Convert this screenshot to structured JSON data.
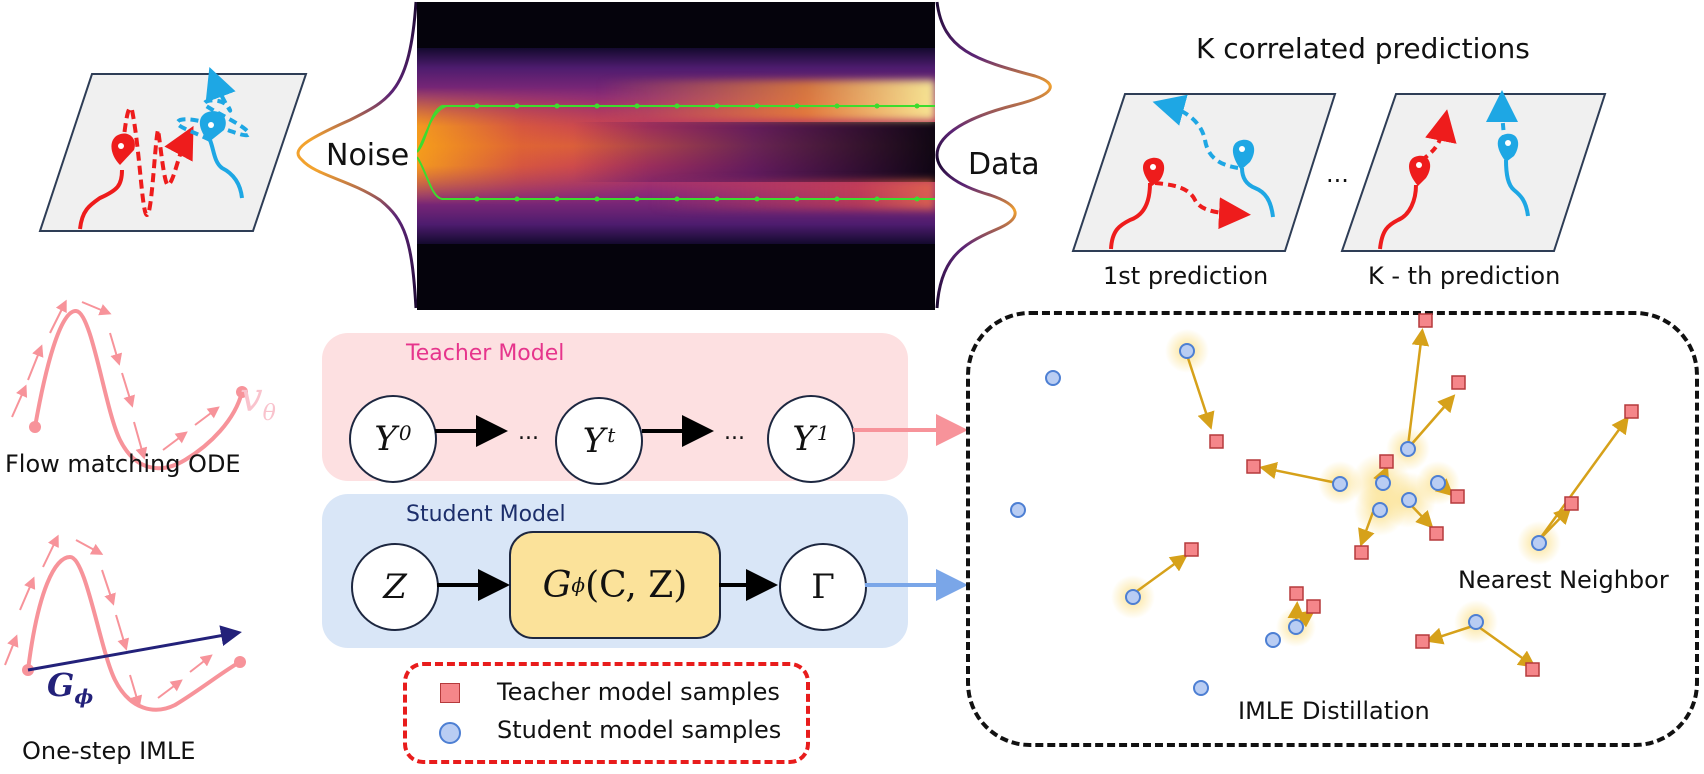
{
  "diagram": {
    "top_left_scene": {
      "name": "Multimodal trajectories scene",
      "agents": [
        "red",
        "blue"
      ]
    },
    "heatmap": {
      "left_label": "Noise",
      "right_label": "Data",
      "colormap": "inferno",
      "trajectory_color": "#3ddc2e"
    },
    "predictions": {
      "title": "K correlated predictions",
      "ellipsis": "...",
      "items": [
        {
          "label": "1st prediction"
        },
        {
          "label": "K - th prediction"
        }
      ]
    },
    "flow_panel": {
      "v_label": "v",
      "v_sub": "θ",
      "flow_caption": "Flow matching ODE",
      "g_label": "G",
      "g_sub": "ϕ",
      "imle_caption": "One-step IMLE"
    },
    "teacher": {
      "title": "Teacher Model",
      "nodes": [
        {
          "base": "Y",
          "sup": "0"
        },
        {
          "base": "Y",
          "sup": "t"
        },
        {
          "base": "Y",
          "sup": "1"
        }
      ],
      "ellipsis": "...",
      "bg": "#fde0e1",
      "title_color": "#e6358c",
      "arrow_color": "#f7939a"
    },
    "student": {
      "title": "Student Model",
      "input_node": "Z",
      "generator": {
        "base": "G",
        "sub": "ϕ",
        "args": "(C, Z)"
      },
      "output_node": "Γ",
      "bg": "#d9e6f7",
      "title_color": "#1c2e6b",
      "arrow_color": "#7aa6e8"
    },
    "legend": {
      "items": [
        {
          "marker": "square",
          "label": "Teacher model samples",
          "color": "#f5868a"
        },
        {
          "marker": "circle",
          "label": "Student model samples",
          "color": "#b9cdf3"
        }
      ]
    },
    "distillation": {
      "title": "IMLE Distillation",
      "annotation": "Nearest Neighbor",
      "arrow_color": "#d6a11a",
      "glow_color": "#fbe08a"
    }
  }
}
